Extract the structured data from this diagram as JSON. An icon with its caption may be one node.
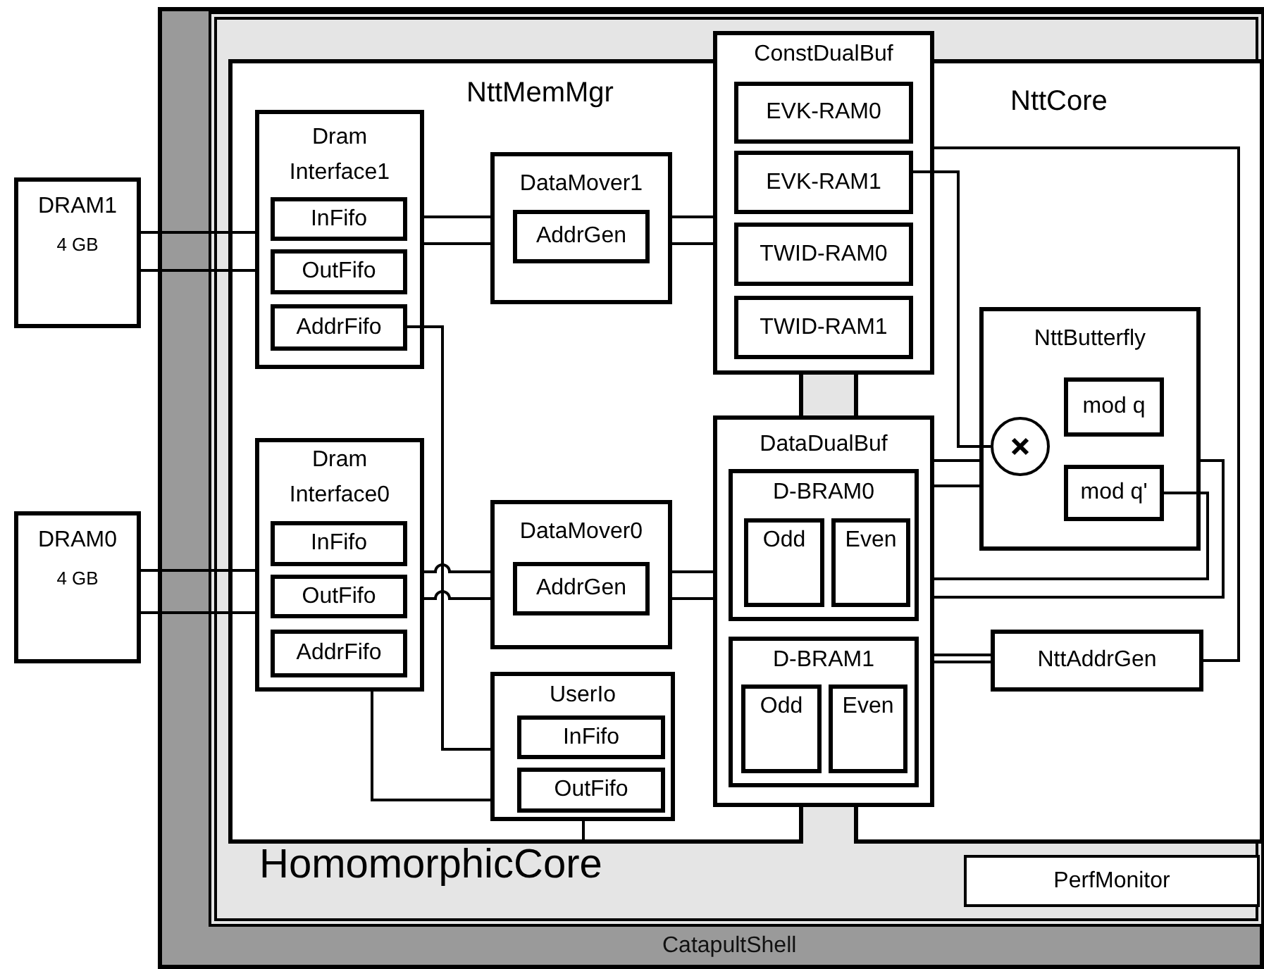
{
  "diagram": {
    "nodes": [
      {
        "text": [
          "CatapultShell"
        ]
      },
      {
        "text": [
          "HomomorphicCore"
        ],
        "in": 0
      },
      {
        "text": [
          "NttMemMgr"
        ],
        "in": 1
      },
      {
        "text": [
          "NttCore"
        ],
        "in": 1
      },
      {
        "text": [
          "DRAM1",
          "4 GB"
        ]
      },
      {
        "text": [
          "Dram Interface1"
        ],
        "in": 2
      },
      {
        "text": [
          "InFifo"
        ],
        "in": 5
      },
      {
        "text": [
          "OutFifo"
        ],
        "in": 5
      },
      {
        "text": [
          "AddrFifo"
        ],
        "in": 5
      },
      {
        "text": [
          "DataMover1"
        ],
        "in": 2
      },
      {
        "text": [
          "AddrGen"
        ],
        "in": 9
      },
      {
        "text": [
          "ConstDualBuf"
        ],
        "in": 1
      },
      {
        "text": [
          "EVK-RAM0"
        ],
        "in": 11
      },
      {
        "text": [
          "EVK-RAM1"
        ],
        "in": 11
      },
      {
        "text": [
          "TWID-RAM0"
        ],
        "in": 11
      },
      {
        "text": [
          "TWID-RAM1"
        ],
        "in": 11
      },
      {
        "text": [
          "NttButterfly"
        ],
        "in": 3
      },
      {
        "text": [],
        "shape": "circle",
        "in": 16
      },
      {
        "text": [
          "mod q"
        ],
        "in": 16
      },
      {
        "text": [
          "mod q'"
        ],
        "in": 16
      },
      {
        "text": [
          "DRAM0",
          "4 GB"
        ]
      },
      {
        "text": [
          "Dram Interface0"
        ],
        "in": 2
      },
      {
        "text": [
          "InFifo"
        ],
        "in": 21
      },
      {
        "text": [
          "OutFifo"
        ],
        "in": 21
      },
      {
        "text": [
          "AddrFifo"
        ],
        "in": 21
      },
      {
        "text": [
          "DataMover0"
        ],
        "in": 2
      },
      {
        "text": [
          "AddrGen"
        ],
        "in": 25
      },
      {
        "text": [
          "DataDualBuf"
        ],
        "in": 1
      },
      {
        "text": [
          "D-BRAM0"
        ],
        "in": 27
      },
      {
        "text": [
          "Odd"
        ],
        "in": 28
      },
      {
        "text": [
          "Even"
        ],
        "in": 28
      },
      {
        "text": [
          "D-BRAM1"
        ],
        "in": 27
      },
      {
        "text": [
          "Odd"
        ],
        "in": 31
      },
      {
        "text": [
          "Even"
        ],
        "in": 31
      },
      {
        "text": [
          "NttAddrGen"
        ],
        "in": 3
      },
      {
        "text": [
          "UserIo"
        ],
        "in": 2
      },
      {
        "text": [
          "InFifo"
        ],
        "in": 35
      },
      {
        "text": [
          "OutFifo"
        ],
        "in": 35
      },
      {
        "text": [
          "PerfMonitor"
        ],
        "in": 1
      }
    ],
    "edges": [
      {
        "from": 4,
        "to": 5,
        "arrow": "none"
      },
      {
        "from": 4,
        "to": 5,
        "arrow": "none"
      },
      {
        "from": 5,
        "to": 9,
        "arrow": "none"
      },
      {
        "from": 5,
        "to": 9,
        "arrow": "none"
      },
      {
        "from": 9,
        "to": 11,
        "arrow": "none"
      },
      {
        "from": 9,
        "to": 11,
        "arrow": "none"
      },
      {
        "from": 20,
        "to": 21,
        "arrow": "none"
      },
      {
        "from": 20,
        "to": 21,
        "arrow": "none"
      },
      {
        "from": 21,
        "to": 25,
        "arrow": "none"
      },
      {
        "from": 21,
        "to": 25,
        "arrow": "none"
      },
      {
        "from": 25,
        "to": 27,
        "arrow": "none"
      },
      {
        "from": 25,
        "to": 27,
        "arrow": "none"
      },
      {
        "from": 8,
        "to": 35,
        "arrow": "none"
      },
      {
        "from": 21,
        "to": 35,
        "arrow": "none"
      },
      {
        "from": 35,
        "to": 2,
        "arrow": "none"
      },
      {
        "from": 13,
        "to": 17,
        "arrow": "none"
      },
      {
        "from": 11,
        "to": 34,
        "arrow": "none"
      },
      {
        "from": 27,
        "to": 16,
        "arrow": "none"
      },
      {
        "from": 27,
        "to": 16,
        "arrow": "none"
      },
      {
        "from": 19,
        "to": 27,
        "arrow": "none"
      },
      {
        "from": 16,
        "to": 27,
        "arrow": "none"
      },
      {
        "from": 27,
        "to": 34,
        "arrow": "none"
      },
      {
        "from": 27,
        "to": 34,
        "arrow": "none"
      }
    ]
  }
}
